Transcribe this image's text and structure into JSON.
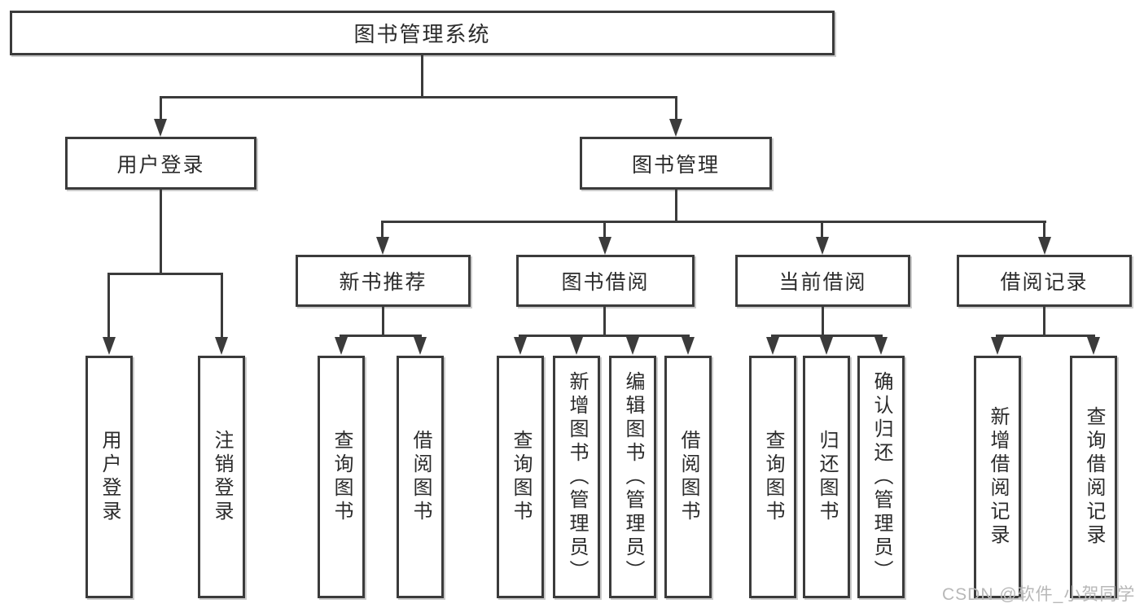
{
  "colors": {
    "background": "#ffffff",
    "line": "#3b3b3b",
    "box_border": "#3b3b3b",
    "text": "#2b2b2b",
    "watermark": "#b8b8b8"
  },
  "diagram": {
    "root": "图书管理系统",
    "level2": {
      "user_login": "用户登录",
      "book_management": "图书管理"
    },
    "level3": {
      "new_book": "新书推荐",
      "book_borrow": "图书借阅",
      "current_borrow": "当前借阅",
      "borrow_records": "借阅记录"
    },
    "leaves": {
      "user_login": [
        "用户登录",
        "注销登录"
      ],
      "new_book": [
        "查询图书",
        "借阅图书"
      ],
      "book_borrow": [
        "查询图书",
        "新增图书（管理员）",
        "编辑图书（管理员）",
        "借阅图书"
      ],
      "current_borrow": [
        "查询图书",
        "归还图书",
        "确认归还（管理员）"
      ],
      "borrow_records": [
        "新增借阅记录",
        "查询借阅记录"
      ]
    }
  },
  "watermark": "CSDN @软件_小贺同学"
}
